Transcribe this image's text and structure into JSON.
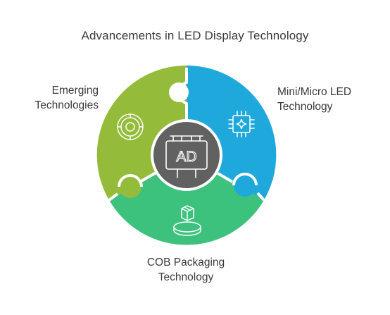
{
  "title": "Advancements in LED Display Technology",
  "segments": [
    {
      "id": "emerging",
      "line1": "Emerging",
      "line2": "Technologies",
      "color": "#94bc3a",
      "icon": "target-icon"
    },
    {
      "id": "mini",
      "line1": "Mini/Micro LED",
      "line2": "Technology",
      "color": "#1fa8dc",
      "icon": "chip-icon"
    },
    {
      "id": "cob",
      "line1": "COB Packaging",
      "line2": "Technology",
      "color": "#3dc27e",
      "icon": "package-icon"
    }
  ],
  "center": {
    "text": "AD",
    "color": "#616161",
    "icon": "billboard-icon"
  }
}
